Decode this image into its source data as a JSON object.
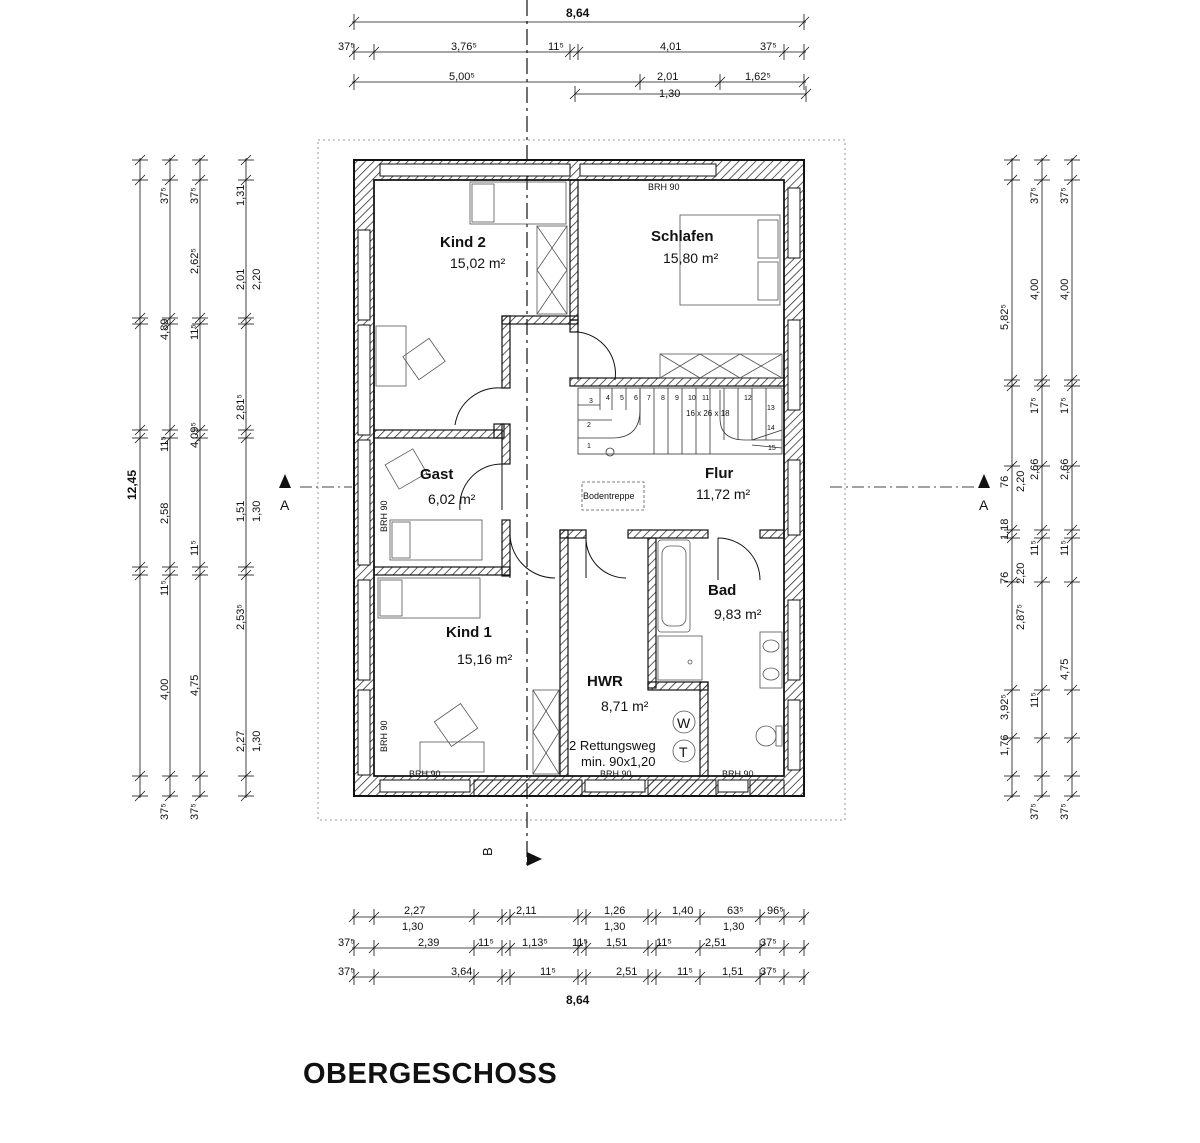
{
  "plan": {
    "title": "OBERGESCHOSS",
    "top_overall": "8,64",
    "bottom_overall": "8,64",
    "left_overall": "12,45",
    "rooms": [
      {
        "name": "Kind 2",
        "area": "15,02 m²"
      },
      {
        "name": "Schlafen",
        "area": "15,80 m²"
      },
      {
        "name": "Gast",
        "area": "6,02 m²"
      },
      {
        "name": "Flur",
        "area": "11,72 m²"
      },
      {
        "name": "Bad",
        "area": "9,83 m²"
      },
      {
        "name": "Kind 1",
        "area": "15,16 m²"
      },
      {
        "name": "HWR",
        "area": "8,71 m²"
      }
    ],
    "labels": {
      "brh": "BRH 90",
      "bodentreppe": "Bodentreppe",
      "rettung_1": "2 Rettungsweg",
      "rettung_2": "min. 90x1,20",
      "stair_spec": "16 x 26 x 18",
      "washer": "W",
      "dryer": "T",
      "section_a": "A",
      "section_b": "B"
    },
    "stair_steps": [
      "1",
      "2",
      "3",
      "4",
      "5",
      "6",
      "7",
      "8",
      "9",
      "10",
      "11",
      "12",
      "13",
      "14",
      "15"
    ],
    "dims_top_row1": [
      "37⁵",
      "3,76⁵",
      "11⁵",
      "4,01",
      "37⁵"
    ],
    "dims_top_row2": [
      "5,00⁵",
      "2,01",
      "1,62⁵"
    ],
    "dims_top_row3": [
      "1,30"
    ],
    "dims_bottom_row1": [
      "2,27",
      "2,11",
      "1,26",
      "1,40",
      "63⁵",
      "96⁵"
    ],
    "dims_bottom_row1b": [
      "1,30",
      "1,30",
      "1,30"
    ],
    "dims_bottom_row2": [
      "37⁵",
      "2,39",
      "11⁵",
      "1,13⁵",
      "11⁵",
      "1,51",
      "11⁵",
      "2,51",
      "37⁵"
    ],
    "dims_bottom_row3": [
      "37⁵",
      "3,64",
      "11⁵",
      "2,51",
      "11⁵",
      "1,51",
      "37⁵"
    ],
    "dims_left_c1": [
      "37⁵",
      "4,89",
      "11⁵",
      "2,58",
      "11⁵",
      "4,00",
      "37⁵"
    ],
    "dims_left_c2": [
      "37⁵",
      "2,62⁵",
      "11⁵",
      "4,09⁵",
      "11⁵",
      "4,75",
      "37⁵"
    ],
    "dims_left_c3": [
      "1,31",
      "2,01",
      "2,81⁵",
      "1,51",
      "2,53⁵",
      "2,27"
    ],
    "dims_left_c4": [
      "2,20",
      "1,30",
      "1,30"
    ],
    "dims_right_c1": [
      "5,82⁵",
      "76",
      "1,18",
      "76",
      "3,92⁵",
      "1,76"
    ],
    "dims_right_c1b": [
      "2,20",
      "2,20",
      "2,87⁵"
    ],
    "dims_right_c2": [
      "37⁵",
      "4,00",
      "17⁵",
      "2,66",
      "11⁵",
      "11⁵",
      "37⁵"
    ],
    "dims_right_c3": [
      "37⁵",
      "4,00",
      "17⁵",
      "2,66",
      "11⁵",
      "4,75",
      "37⁵"
    ]
  }
}
